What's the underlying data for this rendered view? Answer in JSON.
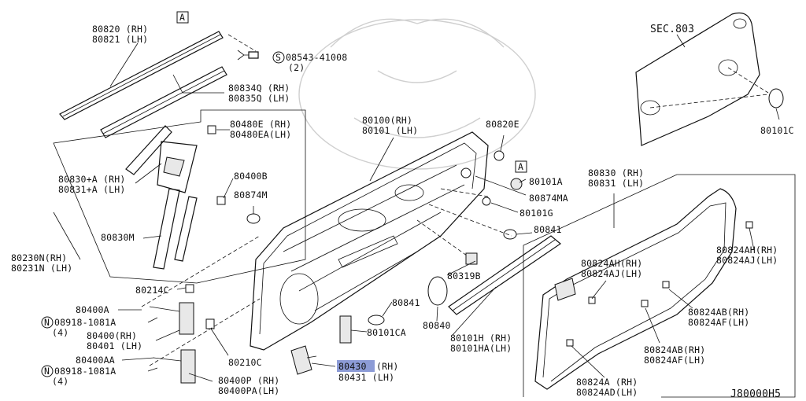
{
  "diagram_id": "J80000H5",
  "callouts": {
    "a1": "A",
    "a2": "A",
    "p80820": "80820 (RH)",
    "p80821": "80821 (LH)",
    "p08543": "08543-41008",
    "p08543q": "(2)",
    "p80834q": "80834Q (RH)",
    "p80835q": "80835Q (LH)",
    "p80480e": "80480E (RH)",
    "p80480ea": "80480EA(LH)",
    "p80830a": "80830+A (RH)",
    "p80831a": "80831+A (LH)",
    "p80400b": "80400B",
    "p80874m": "80874M",
    "p80830m": "80830M",
    "p80230n": "80230N(RH)",
    "p80231n": "80231N (LH)",
    "p80214c": "80214C",
    "p80400a": "80400A",
    "p08918a": "08918-1081A",
    "p08918aq": "(4)",
    "p80400rh": "80400(RH)",
    "p80401lh": "80401 (LH)",
    "p80210c": "80210C",
    "p80400aa": "80400AA",
    "p08918b": "08918-1081A",
    "p08918bq": "(4)",
    "p80400p": "80400P (RH)",
    "p80400pa": "80400PA(LH)",
    "p80100": "80100(RH)",
    "p80101": "80101 (LH)",
    "p80820e": "80820E",
    "p80101a": "80101A",
    "p80874ma": "80874MA",
    "p80101g": "80101G",
    "p80841r": "80841",
    "p80319b": "80319B",
    "p80841l": "80841",
    "p80840": "80840",
    "p80101ca": "80101CA",
    "p80101h": "80101H (RH)",
    "p80101ha": "80101HA(LH)",
    "p80430": "80430",
    "p80430rh": "(RH)",
    "p80431": "80431 (LH)",
    "psec803": "SEC.803",
    "p80101c": "80101C",
    "p80830rh": "80830 (RH)",
    "p80831lh": "80831 (LH)",
    "p80824ah_r": "80824AH(RH)",
    "p80824aj_r": "80824AJ(LH)",
    "p80824ah_l": "80824AH(RH)",
    "p80824aj_l": "80824AJ(LH)",
    "p80824ab1": "80824AB(RH)",
    "p80824af1": "80824AF(LH)",
    "p80824ab2": "80824AB(RH)",
    "p80824af2": "80824AF(LH)",
    "p80824a": "80824A (RH)",
    "p80824ad": "80824AD(LH)"
  },
  "highlight_color": "#8c9bd6",
  "symbols": {
    "s_circle": "S",
    "n_circle_1": "N",
    "n_circle_2": "N"
  }
}
